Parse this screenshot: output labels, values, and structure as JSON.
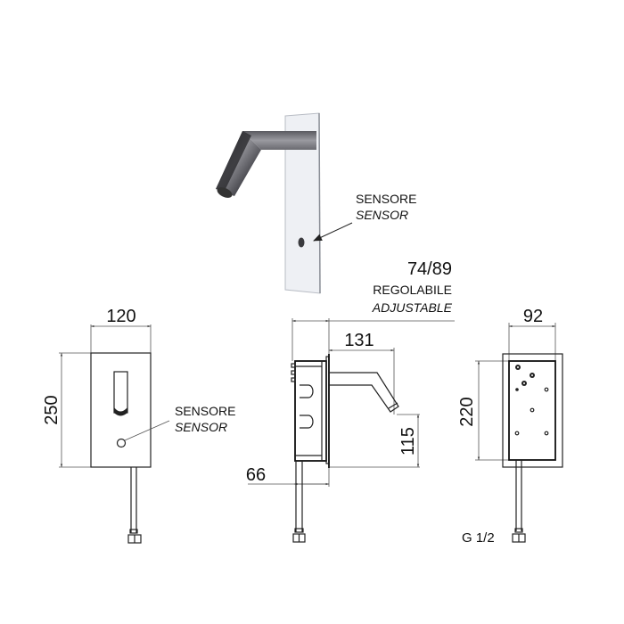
{
  "drawing": {
    "colors": {
      "line": "#222222",
      "dimension": "#555555",
      "plate": "#eef0f4",
      "chrome_dark": "#3a3a3e",
      "chrome_light": "#9a9aa0"
    },
    "perspective_view": {
      "sensor_label_it": "SENSORE",
      "sensor_label_en": "SENSOR"
    },
    "front_view": {
      "width_dim": "120",
      "height_dim": "250",
      "sensor_label_it": "SENSORE",
      "sensor_label_en": "SENSOR"
    },
    "side_view": {
      "adjustable_dim": "74/89",
      "adjustable_label_it": "REGOLABILE",
      "adjustable_label_en": "ADJUSTABLE",
      "spout_projection_dim": "131",
      "spout_height_dim": "115",
      "box_depth_dim": "66"
    },
    "rear_view": {
      "width_dim": "92",
      "height_dim": "220",
      "connection_label": "G 1/2"
    }
  }
}
